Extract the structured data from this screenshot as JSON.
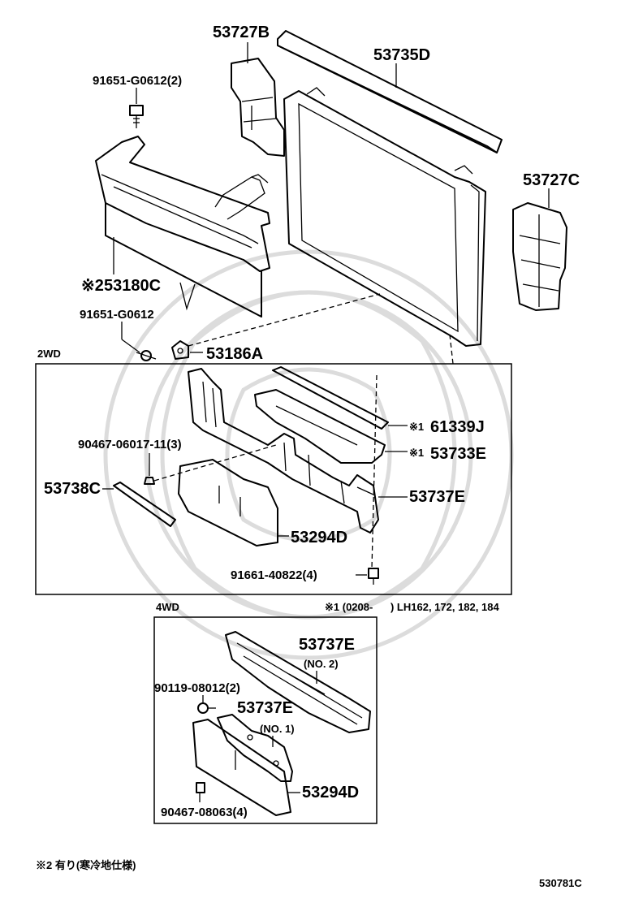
{
  "labels": {
    "p53727B": "53727B",
    "p53735D": "53735D",
    "p91651_2": "91651-G0612(2)",
    "p53727C": "53727C",
    "p53180C_mark": "※2",
    "p53180C": "53180C",
    "p91651": "91651-G0612",
    "p53186A": "53186A",
    "section_2wd": "2WD",
    "p61339J_mark": "※1",
    "p61339J": "61339J",
    "p90467_3": "90467-06017-11(3)",
    "p53733E_mark": "※1",
    "p53733E": "53733E",
    "p53738C": "53738C",
    "p53737E_2wd": "53737E",
    "p53294D_2wd": "53294D",
    "p91661": "91661-40822(4)",
    "section_4wd": "4WD",
    "note1": "※1 (0208-      ) LH162, 172, 182, 184",
    "p53737E_no2": "53737E",
    "no2": "(NO. 2)",
    "p90119": "90119-08012(2)",
    "p53737E_no1": "53737E",
    "no1": "(NO. 1)",
    "p53294D_4wd": "53294D",
    "p90467_4": "90467-08063(4)",
    "footnote": "※2 有り(寒冷地仕様)",
    "diagram_code": "530781C"
  }
}
